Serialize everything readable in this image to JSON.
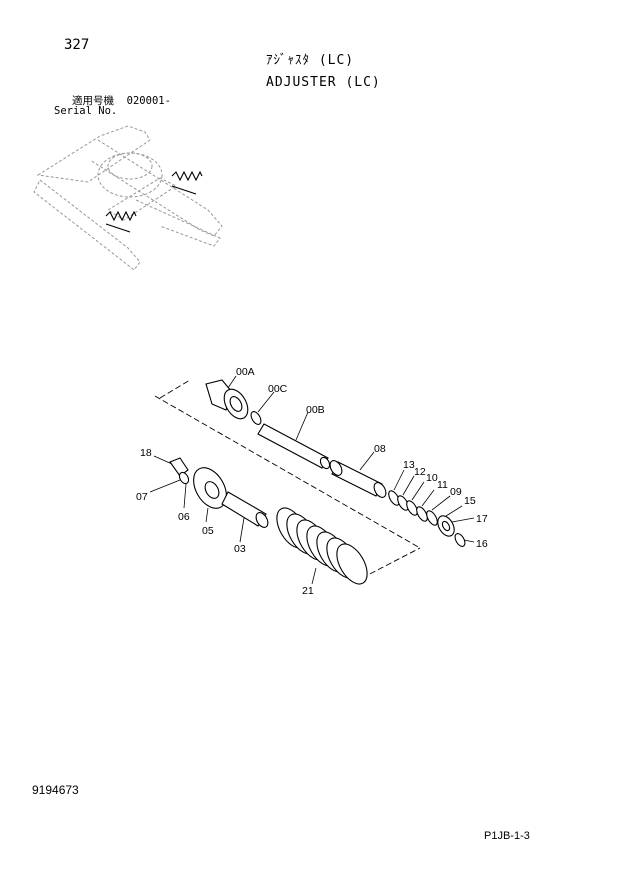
{
  "page_number": "327",
  "title_jp": "ｱｼﾞｬｽﾀ (LC)",
  "title_en": "ADJUSTER (LC)",
  "serial_label_jp": "適用号機",
  "serial_value": "020001-",
  "serial_label_en": "Serial No.",
  "figure_number": "9194673",
  "page_code": "P1JB-1-3",
  "parts": [
    "00A",
    "00C",
    "00B",
    "08",
    "13",
    "12",
    "10",
    "11",
    "09",
    "15",
    "17",
    "16",
    "18",
    "07",
    "06",
    "05",
    "03",
    "21"
  ]
}
